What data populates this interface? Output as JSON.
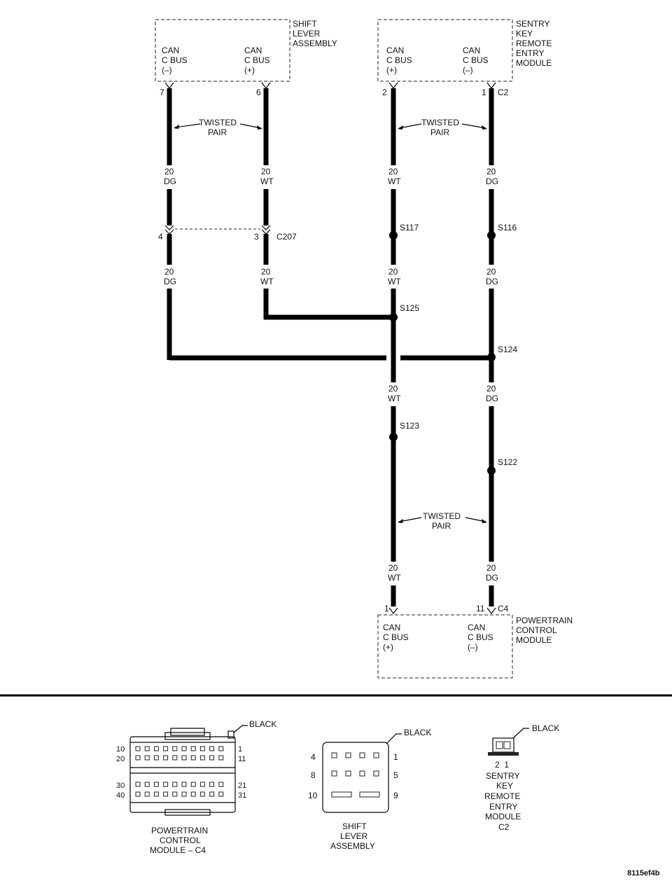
{
  "modules": {
    "shift_lever": {
      "label": [
        "SHIFT",
        "LEVER",
        "ASSEMBLY"
      ],
      "left_term": [
        "CAN",
        "C BUS",
        "(–)"
      ],
      "right_term": [
        "CAN",
        "C BUS",
        "(+)"
      ],
      "pin_left": "7",
      "pin_right": "6"
    },
    "sentry": {
      "label": [
        "SENTRY",
        "KEY",
        "REMOTE",
        "ENTRY",
        "MODULE"
      ],
      "left_term": [
        "CAN",
        "C BUS",
        "(+)"
      ],
      "right_term": [
        "CAN",
        "C BUS",
        "(–)"
      ],
      "pin_left": "2",
      "pin_right": "1",
      "connector": "C2"
    },
    "pcm": {
      "label": [
        "POWERTRAIN",
        "CONTROL",
        "MODULE"
      ],
      "left_term": [
        "CAN",
        "C BUS",
        "(+)"
      ],
      "right_term": [
        "CAN",
        "C BUS",
        "(–)"
      ],
      "pin_left": "1",
      "pin_right": "11",
      "connector": "C4"
    }
  },
  "twisted_pair": [
    "TWISTED",
    "PAIR"
  ],
  "wire_gauge": "20",
  "wire_colors": {
    "dg": "DG",
    "wt": "WT"
  },
  "c207": {
    "pin_left": "4",
    "pin_right": "3",
    "label": "C207"
  },
  "splices": {
    "s117": "S117",
    "s116": "S116",
    "s125": "S125",
    "s124": "S124",
    "s123": "S123",
    "s122": "S122"
  },
  "connector_views": {
    "color": "BLACK",
    "pcm": {
      "caption": [
        "POWERTRAIN",
        "CONTROL",
        "MODULE – C4"
      ],
      "row_labels_left": [
        "10",
        "20",
        "30",
        "40"
      ],
      "row_labels_right": [
        "1",
        "11",
        "21",
        "31"
      ]
    },
    "shift": {
      "caption": [
        "SHIFT",
        "LEVER",
        "ASSEMBLY"
      ],
      "labels_left": [
        "4",
        "8",
        "10"
      ],
      "labels_right": [
        "1",
        "5",
        "9"
      ]
    },
    "sentry": {
      "caption": [
        "SENTRY",
        "KEY",
        "REMOTE",
        "ENTRY",
        "MODULE",
        "C2"
      ],
      "pins": "2  1"
    }
  },
  "figure_id": "8115ef4b"
}
